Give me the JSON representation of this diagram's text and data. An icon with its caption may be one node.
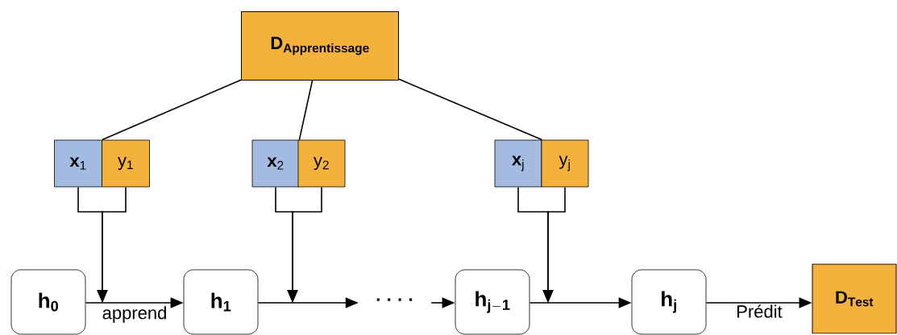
{
  "diagram": {
    "nodes": [
      {
        "text": [
          "\\mathbf{D}_{\\mathbf{Apprentissage}}"
        ]
      },
      {
        "text": [
          "\\mathbf{x}_{\\mathrm{1}}"
        ]
      },
      {
        "text": [
          "\\mathrm{y}_{\\mathrm{1}}"
        ]
      },
      {
        "text": [
          "\\mathbf{x}_{\\mathrm{2}}"
        ]
      },
      {
        "text": [
          "\\mathrm{y}_{\\mathrm{2}}"
        ]
      },
      {
        "text": [
          "\\mathbf{x}_{\\mathrm{j}}"
        ]
      },
      {
        "text": [
          "\\mathrm{y}_{\\mathrm{j}}"
        ]
      },
      {
        "text": [
          "\\mathbf{h}_{\\mathbf{0}}"
        ]
      },
      {
        "text": [
          "\\mathbf{h}_{\\mathbf{1}}"
        ]
      },
      {
        "text": [
          "· · · ·"
        ]
      },
      {
        "text": [
          "\\mathbf{h}_{\\mathbf{j-1}}"
        ]
      },
      {
        "text": [
          "\\mathbf{h}_{\\mathbf{j}}"
        ]
      },
      {
        "text": [
          "\\mathbf{D}_{\\mathbf{Test}}"
        ]
      }
    ],
    "edges": [
      {
        "from": 0,
        "to": 1,
        "arrow": "none"
      },
      {
        "from": 0,
        "to": 3,
        "arrow": "none"
      },
      {
        "from": 0,
        "to": 5,
        "arrow": "none"
      },
      {
        "from": 1,
        "to": null,
        "arrow": "to"
      },
      {
        "from": 2,
        "to": null,
        "arrow": "to"
      },
      {
        "from": 3,
        "to": null,
        "arrow": "to"
      },
      {
        "from": 4,
        "to": null,
        "arrow": "to"
      },
      {
        "from": 5,
        "to": null,
        "arrow": "to"
      },
      {
        "from": 6,
        "to": null,
        "arrow": "to"
      },
      {
        "from": 7,
        "to": 8,
        "arrow": "to",
        "label": "apprend"
      },
      {
        "from": 8,
        "to": 9,
        "arrow": "to"
      },
      {
        "from": 9,
        "to": 10,
        "arrow": "to"
      },
      {
        "from": 10,
        "to": 11,
        "arrow": "to"
      },
      {
        "from": 11,
        "to": 12,
        "arrow": "to",
        "label": "Prédit"
      }
    ]
  }
}
